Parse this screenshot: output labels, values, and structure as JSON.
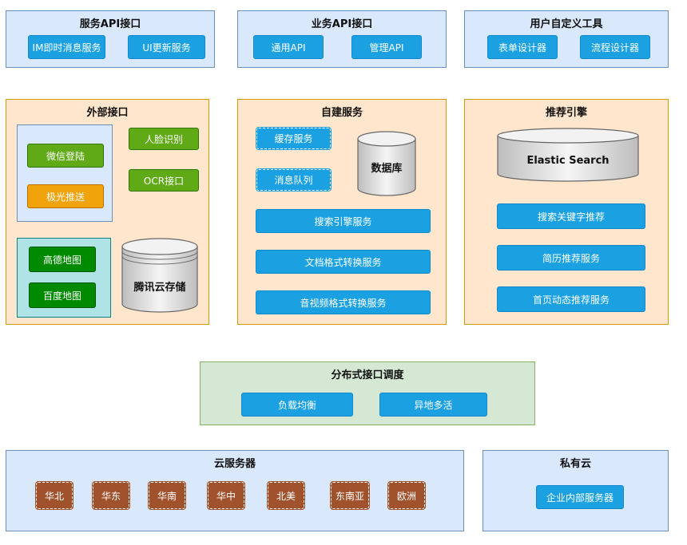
{
  "top": {
    "service_api": {
      "title": "服务API接口",
      "items": [
        "IM即时消息服务",
        "UI更新服务"
      ]
    },
    "business_api": {
      "title": "业务API接口",
      "items": [
        "通用API",
        "管理API"
      ]
    },
    "user_tools": {
      "title": "用户自定义工具",
      "items": [
        "表单设计器",
        "流程设计器"
      ]
    }
  },
  "external": {
    "title": "外部接口",
    "wechat": "微信登陆",
    "jpush": "极光推送",
    "face": "人脸识别",
    "ocr": "OCR接口",
    "amap": "高德地图",
    "baidu": "百度地图",
    "tencent_storage": "腾讯云存储"
  },
  "selfbuilt": {
    "title": "自建服务",
    "cache": "缓存服务",
    "mq": "消息队列",
    "database": "数据库",
    "search": "搜索引擎服务",
    "doc_convert": "文档格式转换服务",
    "av_convert": "音视频格式转换服务"
  },
  "recommend": {
    "title": "推荐引擎",
    "elastic": "Elastic Search",
    "items": [
      "搜索关键字推荐",
      "简历推荐服务",
      "首页动态推荐服务"
    ]
  },
  "dispatch": {
    "title": "分布式接口调度",
    "items": [
      "负载均衡",
      "异地多活"
    ]
  },
  "cloud": {
    "title": "云服务器",
    "regions": [
      "华北",
      "华东",
      "华南",
      "华中",
      "北美",
      "东南亚",
      "欧洲"
    ]
  },
  "private": {
    "title": "私有云",
    "item": "企业内部服务器"
  },
  "colors": {
    "blue_panel": "#dae8fc",
    "orange_panel": "#ffe6cc",
    "green_panel": "#d5e8d4",
    "button_blue": "#1ba1e2"
  }
}
